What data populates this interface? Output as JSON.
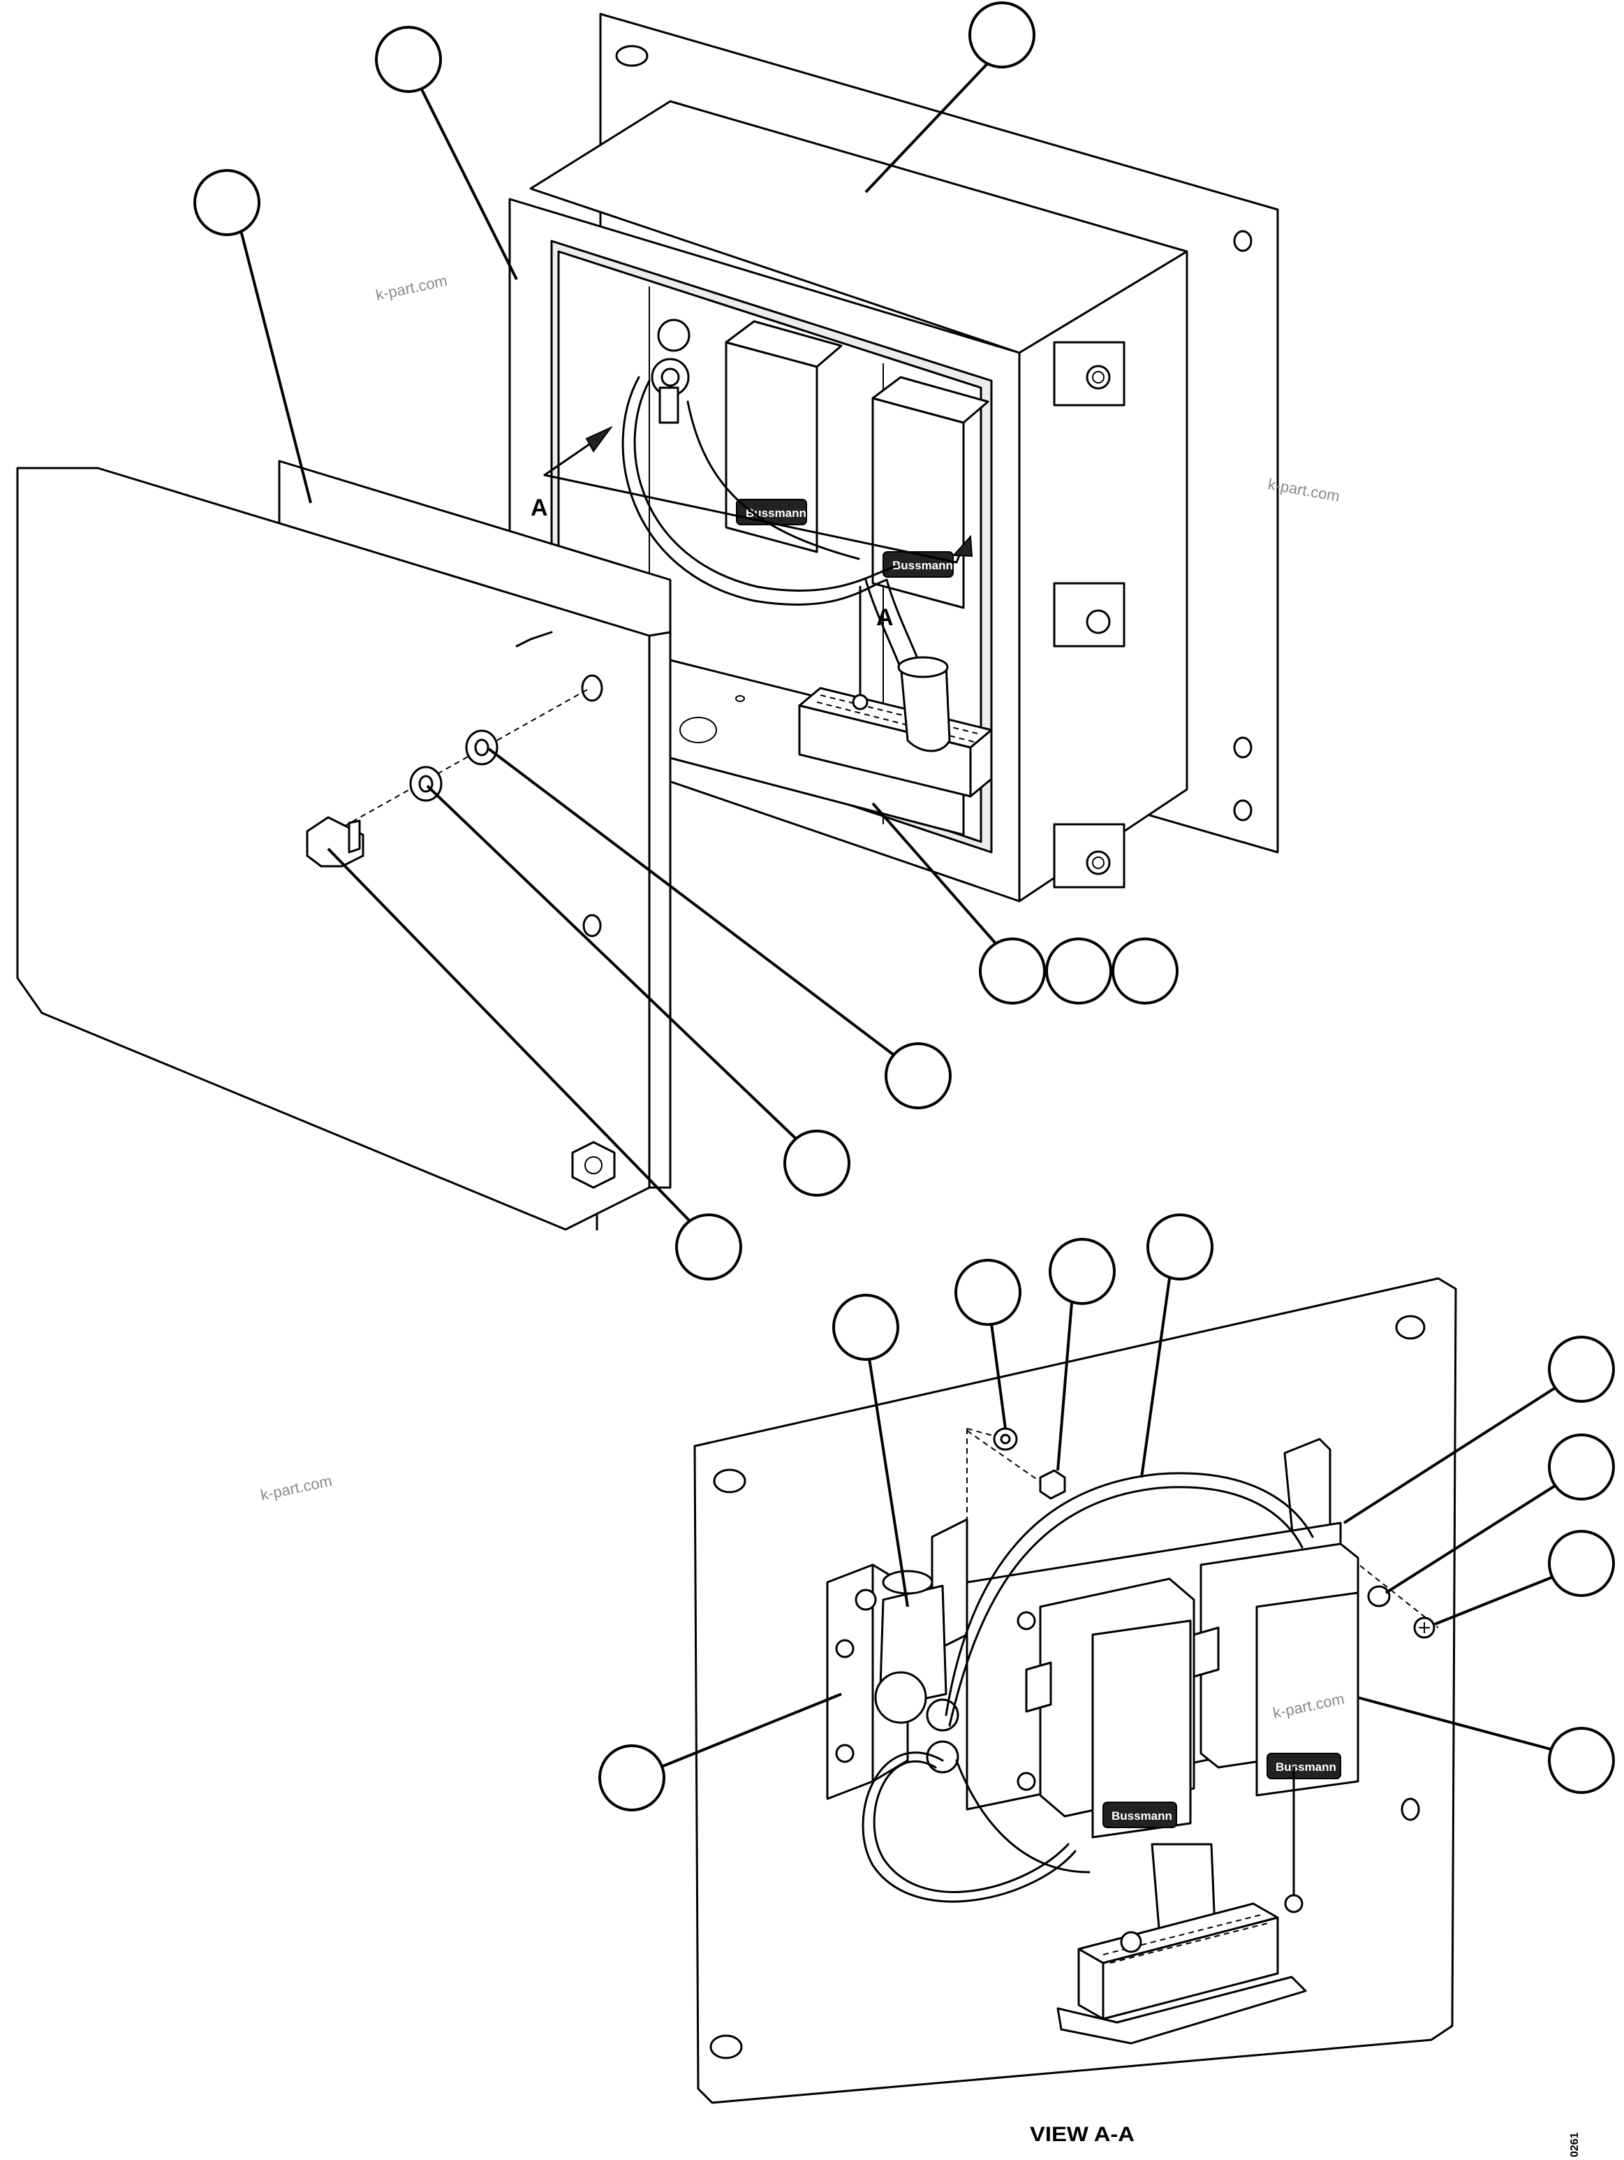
{
  "watermark": "k-part.com",
  "brand_label": "Bussmann",
  "section_marker": "A",
  "view_caption": "VIEW A-A",
  "drawing_code": "0261"
}
